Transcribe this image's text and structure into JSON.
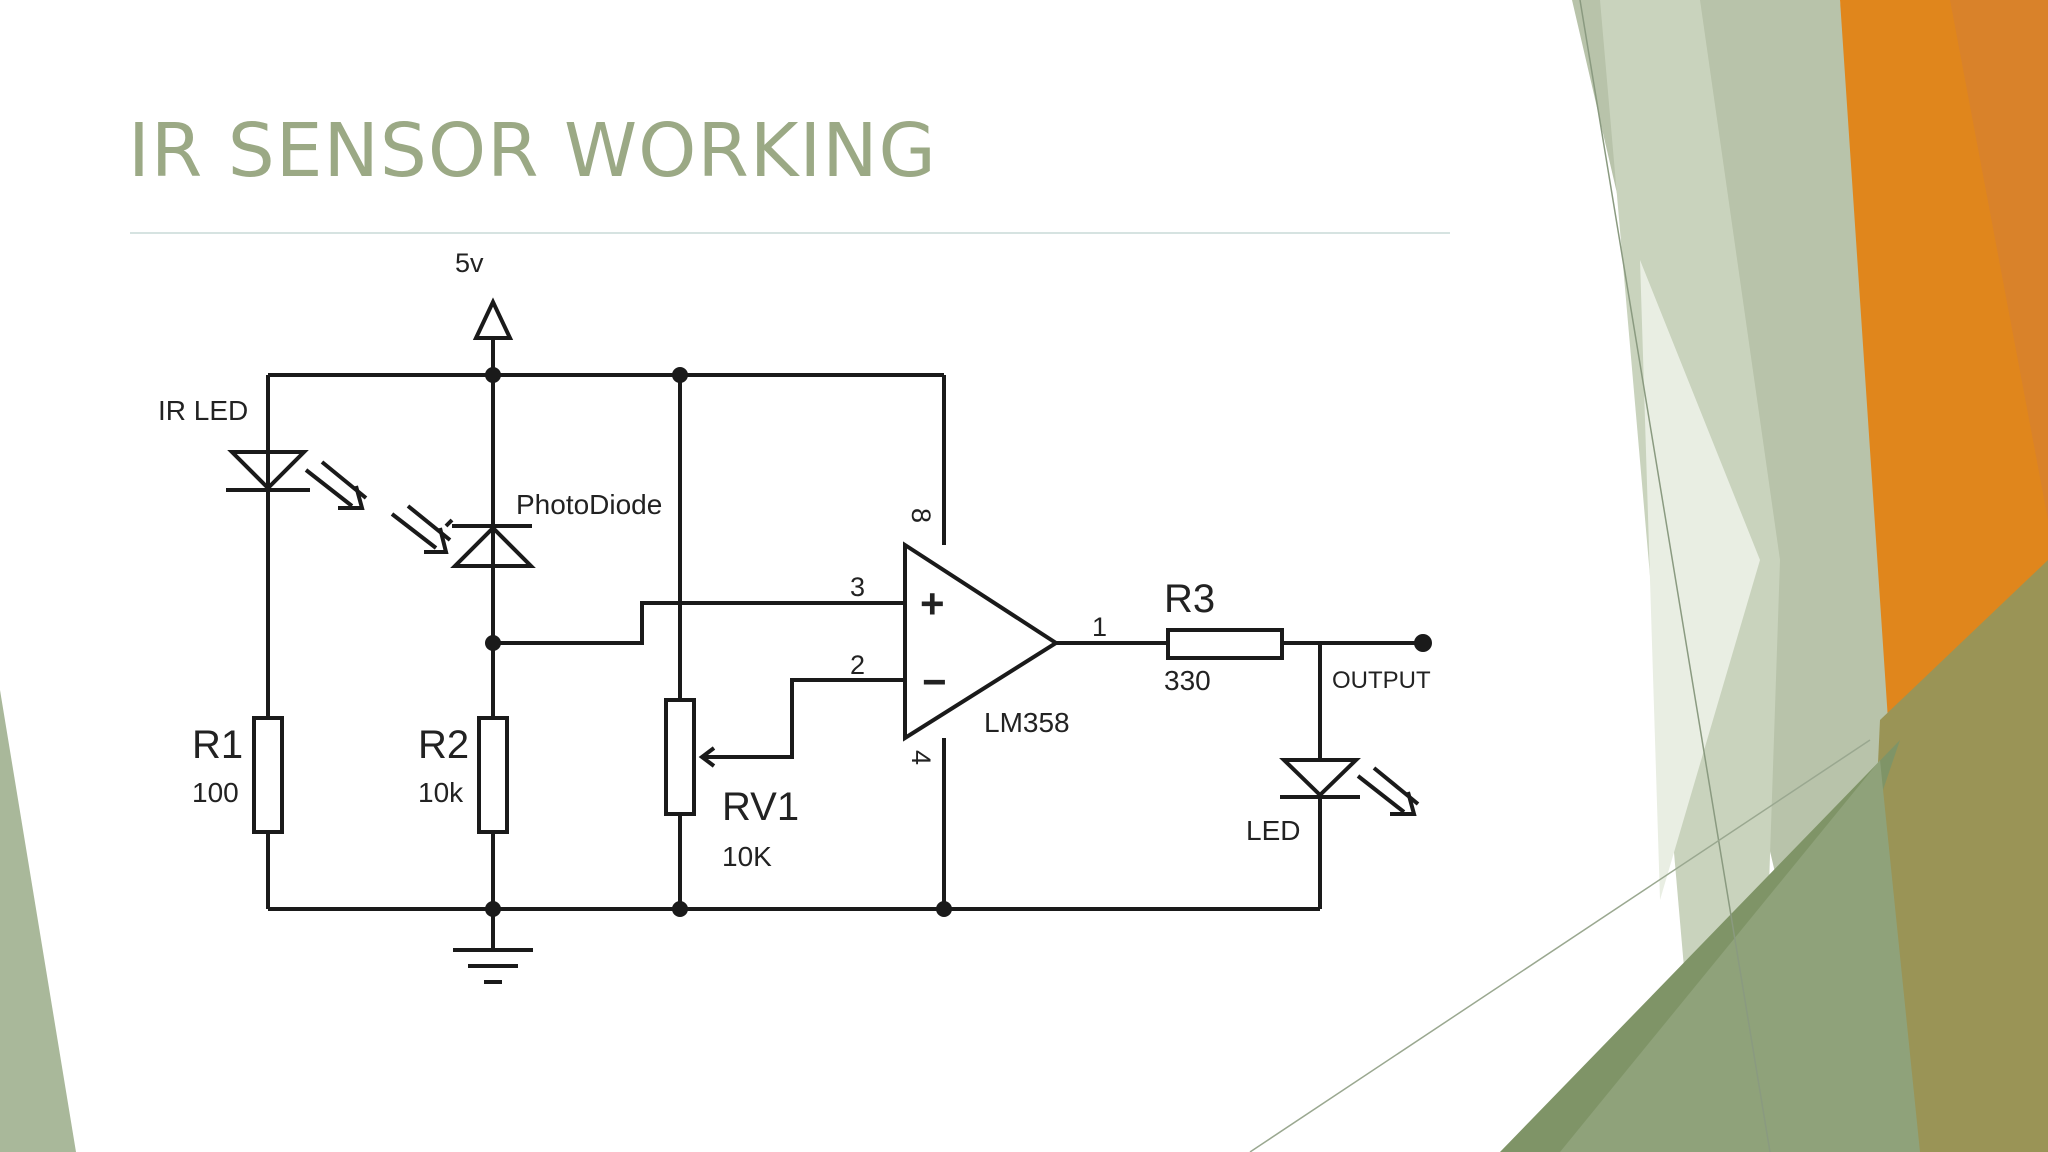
{
  "slide": {
    "title": "IR SENSOR WORKING"
  },
  "circuit": {
    "supply_label": "5v",
    "ir_led_label": "IR LED",
    "photodiode_label": "PhotoDiode",
    "r1": {
      "name": "R1",
      "value": "100"
    },
    "r2": {
      "name": "R2",
      "value": "10k"
    },
    "rv1": {
      "name": "RV1",
      "value": "10K"
    },
    "r3": {
      "name": "R3",
      "value": "330"
    },
    "opamp_label": "LM358",
    "opamp_plus": "+",
    "opamp_minus": "−",
    "pin_3": "3",
    "pin_2": "2",
    "pin_8": "8",
    "pin_4": "4",
    "pin_1": "1",
    "output_label": "OUTPUT",
    "led_label": "LED"
  },
  "colors": {
    "title": "#9ba985",
    "sage": "#a5b394",
    "orange": "#e0861c",
    "olive": "#8a9a6a"
  }
}
